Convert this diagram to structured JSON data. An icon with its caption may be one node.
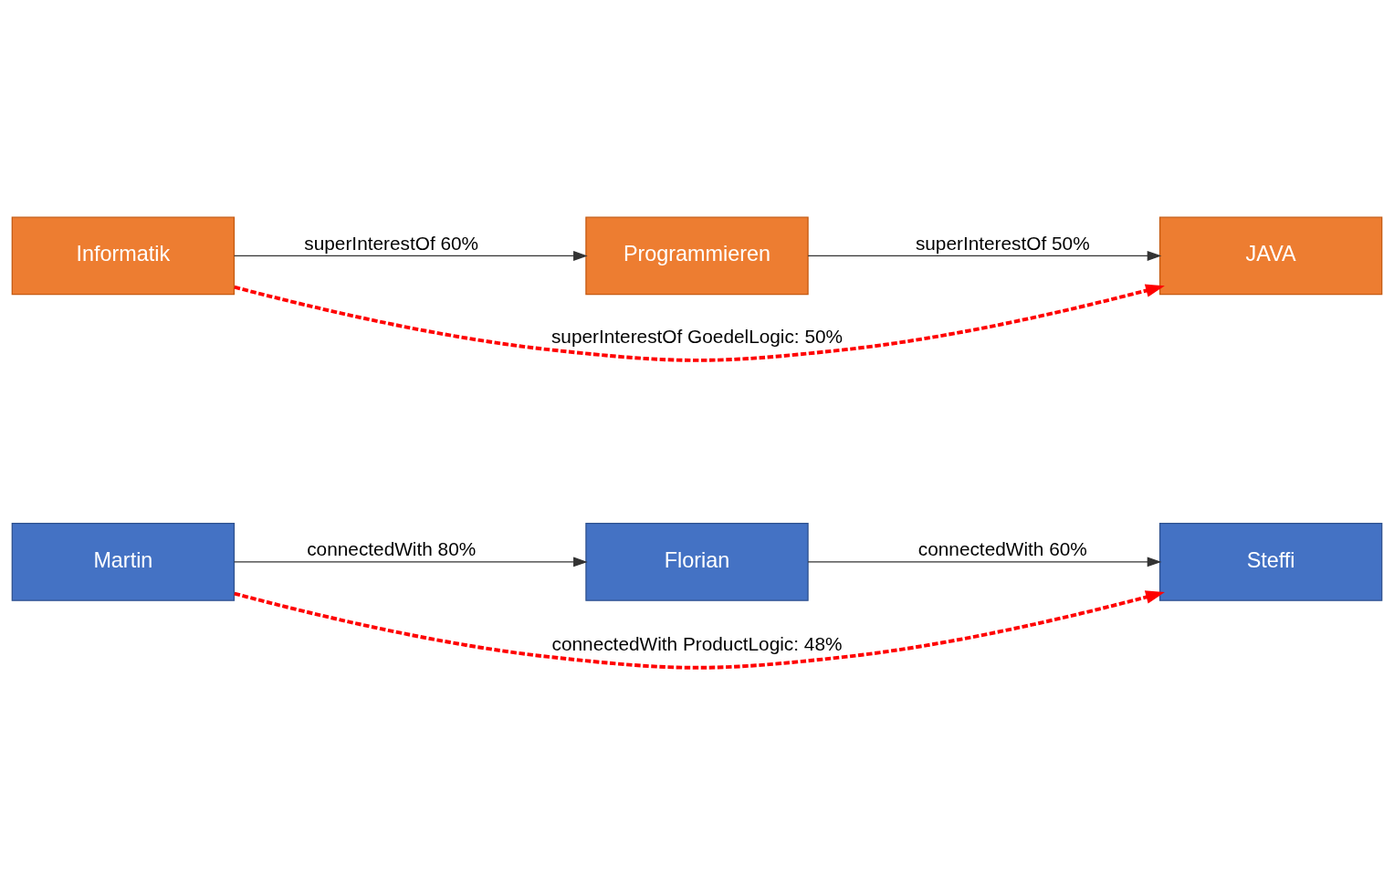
{
  "diagram": {
    "nodes": [
      {
        "text": [
          "Martin"
        ]
      },
      {
        "text": [
          "Florian"
        ]
      },
      {
        "text": [
          "Steffi"
        ]
      },
      {
        "text": [
          "Informatik"
        ]
      },
      {
        "text": [
          "Programmieren"
        ]
      },
      {
        "text": [
          "JAVA"
        ]
      }
    ],
    "edges": [
      {
        "from": 0,
        "to": 1,
        "arrow": "to",
        "label": "connectedWith 80%"
      },
      {
        "from": 1,
        "to": 2,
        "arrow": "to",
        "label": "connectedWith 60%"
      },
      {
        "from": 0,
        "to": 2,
        "arrow": "to",
        "label": "connectedWith ProductLogic: 48%",
        "style": "dashed",
        "color": "#ff0000"
      },
      {
        "from": 3,
        "to": 4,
        "arrow": "to",
        "label": "superInterestOf 60%"
      },
      {
        "from": 4,
        "to": 5,
        "arrow": "to",
        "label": "superInterestOf 50%"
      },
      {
        "from": 3,
        "to": 5,
        "arrow": "to",
        "label": "superInterestOf GoedelLogic: 50%",
        "style": "dashed",
        "color": "#ff0000"
      }
    ]
  }
}
